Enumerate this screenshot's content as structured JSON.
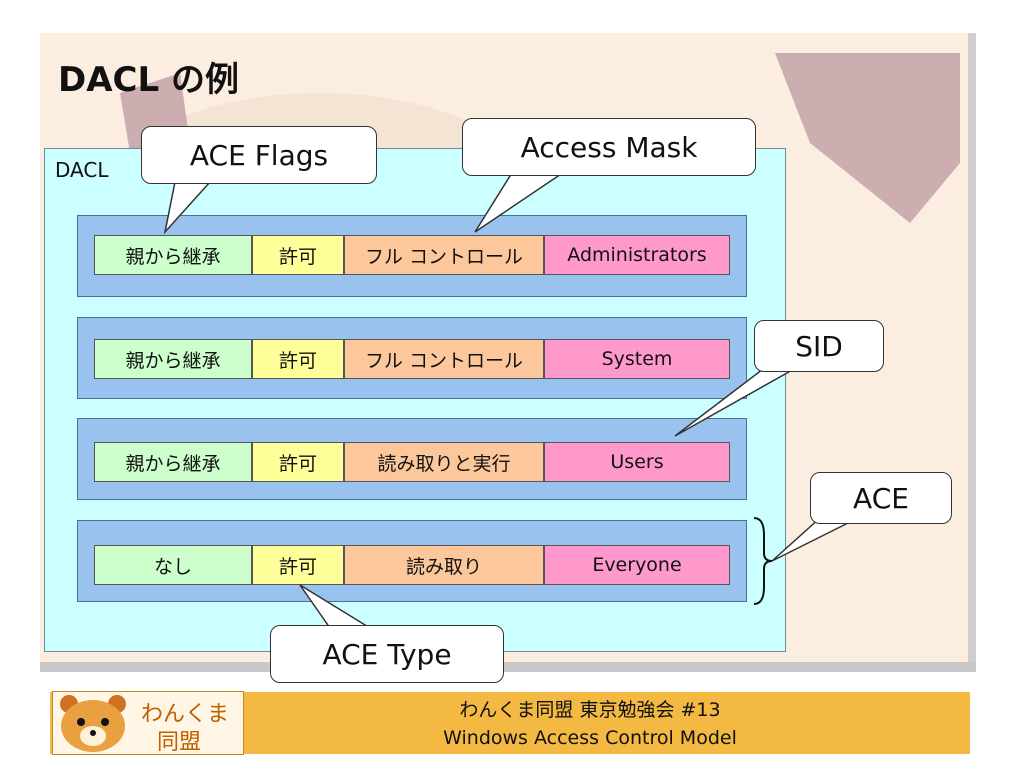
{
  "slide": {
    "title": "DACL の例",
    "dacl_label": "DACL"
  },
  "rows": [
    {
      "flags": "親から継承",
      "type": "許可",
      "mask": "フル コントロール",
      "sid": "Administrators"
    },
    {
      "flags": "親から継承",
      "type": "許可",
      "mask": "フル コントロール",
      "sid": "System"
    },
    {
      "flags": "親から継承",
      "type": "許可",
      "mask": "読み取りと実行",
      "sid": "Users"
    },
    {
      "flags": "なし",
      "type": "許可",
      "mask": "読み取り",
      "sid": "Everyone"
    }
  ],
  "callouts": {
    "ace_flags": "ACE Flags",
    "access_mask": "Access Mask",
    "sid": "SID",
    "ace": "ACE",
    "ace_type": "ACE Type"
  },
  "footer": {
    "logo_line1": "わんくま",
    "logo_line2": "同盟",
    "line1": "わんくま同盟 東京勉強会 #13",
    "line2": "Windows Access Control Model"
  }
}
